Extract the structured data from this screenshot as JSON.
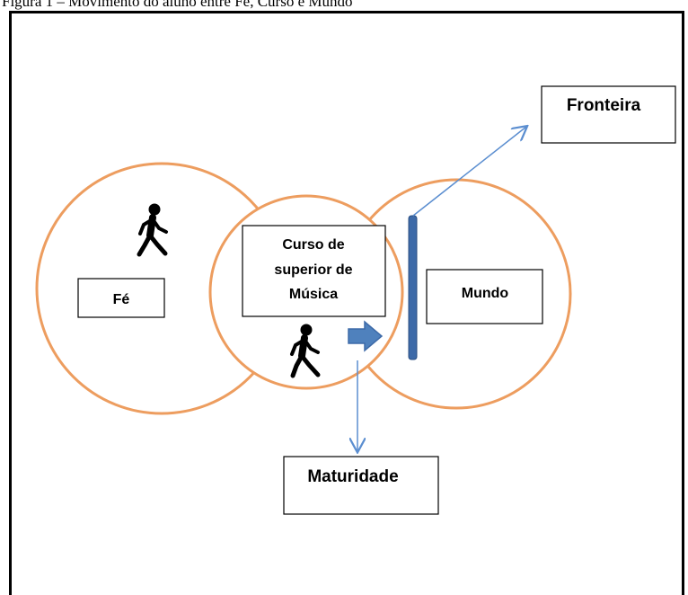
{
  "caption": "Figura 1 – Movimento do aluno entre Fé, Curso e Mundo",
  "colors": {
    "circle_stroke": "#ED9D5F",
    "arrow": "#5B8ED0",
    "barrier": "#3D6AA8",
    "box_stroke": "#000000"
  },
  "diagram": {
    "fe_label": "Fé",
    "curso_line1": "Curso de",
    "curso_line2": "superior de",
    "curso_line3": "Música",
    "mundo_label": "Mundo",
    "fronteira_label": "Fronteira",
    "maturidade_label": "Maturidade",
    "icons": [
      "walking-person-icon",
      "walking-person-icon",
      "right-arrow-icon"
    ]
  }
}
